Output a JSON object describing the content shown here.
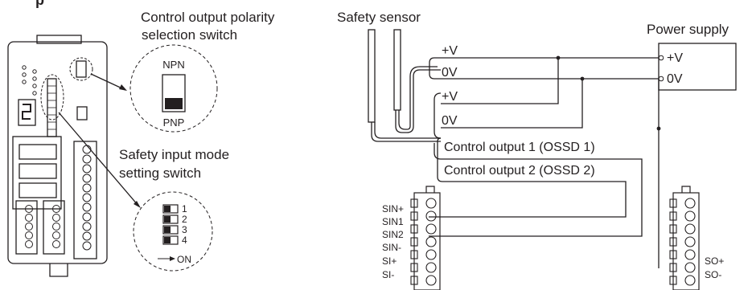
{
  "header": {
    "title_fragment": "p"
  },
  "callouts": {
    "polarity_switch_line1": "Control output polarity",
    "polarity_switch_line2": "selection switch",
    "polarity_npn": "NPN",
    "polarity_pnp": "PNP",
    "input_mode_line1": "Safety input mode",
    "input_mode_line2": "setting switch",
    "dip_positions": [
      "1",
      "2",
      "3",
      "4"
    ],
    "dip_on": "ON"
  },
  "wiring": {
    "sensor_label": "Safety sensor",
    "power_supply_label": "Power supply",
    "cable_plus_v_1": "+V",
    "cable_0v_1": "0V",
    "cable_plus_v_2": "+V",
    "cable_0v_2": "0V",
    "cable_ossd1": "Control output 1 (OSSD 1)",
    "cable_ossd2": "Control output 2 (OSSD 2)",
    "psu_plus_v": "+V",
    "psu_0v": "0V"
  },
  "terminals": {
    "input_block": [
      "SIN+",
      "SIN1",
      "SIN2",
      "SIN-",
      "SI+",
      "SI-"
    ],
    "output_block": [
      "SO+",
      "SO-"
    ]
  },
  "colors": {
    "line": "#231f20",
    "background": "#ffffff"
  }
}
